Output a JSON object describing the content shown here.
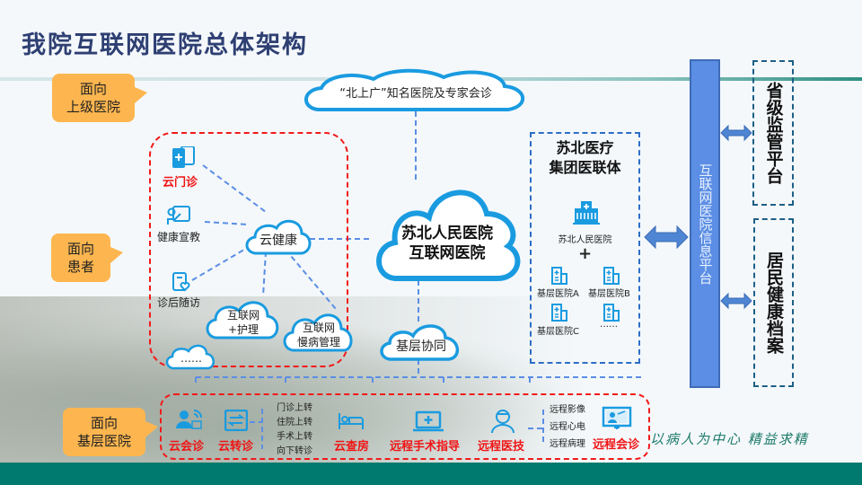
{
  "title": "我院互联网医院总体架构",
  "audience_labels": {
    "upper": [
      "面向",
      "上级医院"
    ],
    "patients": [
      "面向",
      "患者"
    ],
    "grassroots": [
      "面向",
      "基层医院"
    ]
  },
  "top_cloud": "“北上广”知名医院及专家会诊",
  "center_cloud": [
    "苏北人民医院",
    "互联网医院"
  ],
  "collab_cloud": "基层协同",
  "patient_services": {
    "hub": "云健康",
    "items": [
      {
        "label": "云门诊",
        "icon": "tablet-medical-icon",
        "highlight": true
      },
      {
        "label": "健康宣教",
        "icon": "teacher-board-icon",
        "highlight": false
      },
      {
        "label": "诊后随访",
        "icon": "followup-heart-icon",
        "highlight": false
      }
    ],
    "clouds": [
      {
        "lines": [
          "互联网",
          "+护理"
        ]
      },
      {
        "lines": [
          "互联网",
          "慢病管理"
        ]
      },
      {
        "lines": [
          "……"
        ]
      }
    ]
  },
  "alliance": {
    "title": [
      "苏北医疗",
      "集团医联体"
    ],
    "main_hospital": "苏北人民医院",
    "plus": "+",
    "members": [
      "基层医院A",
      "基层医院B",
      "基层医院C",
      "……"
    ]
  },
  "platform": "互联网医院信息平台",
  "side_boxes": {
    "supervision": "省级监管平台",
    "health_records": "居民健康档案"
  },
  "grassroots_services": [
    {
      "label": "云会诊",
      "icon": "consult-person-icon"
    },
    {
      "label": "云转诊",
      "icon": "transfer-arrows-icon",
      "sub": [
        "门诊上转",
        "住院上转",
        "手术上转",
        "向下转诊"
      ]
    },
    {
      "label": "云查房",
      "icon": "hospital-bed-icon"
    },
    {
      "label": "远程手术指导",
      "icon": "laptop-plus-icon"
    },
    {
      "label": "远程医技",
      "icon": "doctor-icon",
      "sub": [
        "远程影像",
        "远程心电",
        "远程病理"
      ]
    },
    {
      "label": "远程会诊",
      "icon": "video-conference-icon"
    }
  ],
  "slogan": "以病人为中心 精益求精",
  "colors": {
    "title": "#2e3f72",
    "bubble": "#fdb64f",
    "red_dash": "#f21a1a",
    "cloud_blue": "#1a9be0",
    "platform": "#5b8ee4",
    "bottom_bar": "#007a6e"
  }
}
